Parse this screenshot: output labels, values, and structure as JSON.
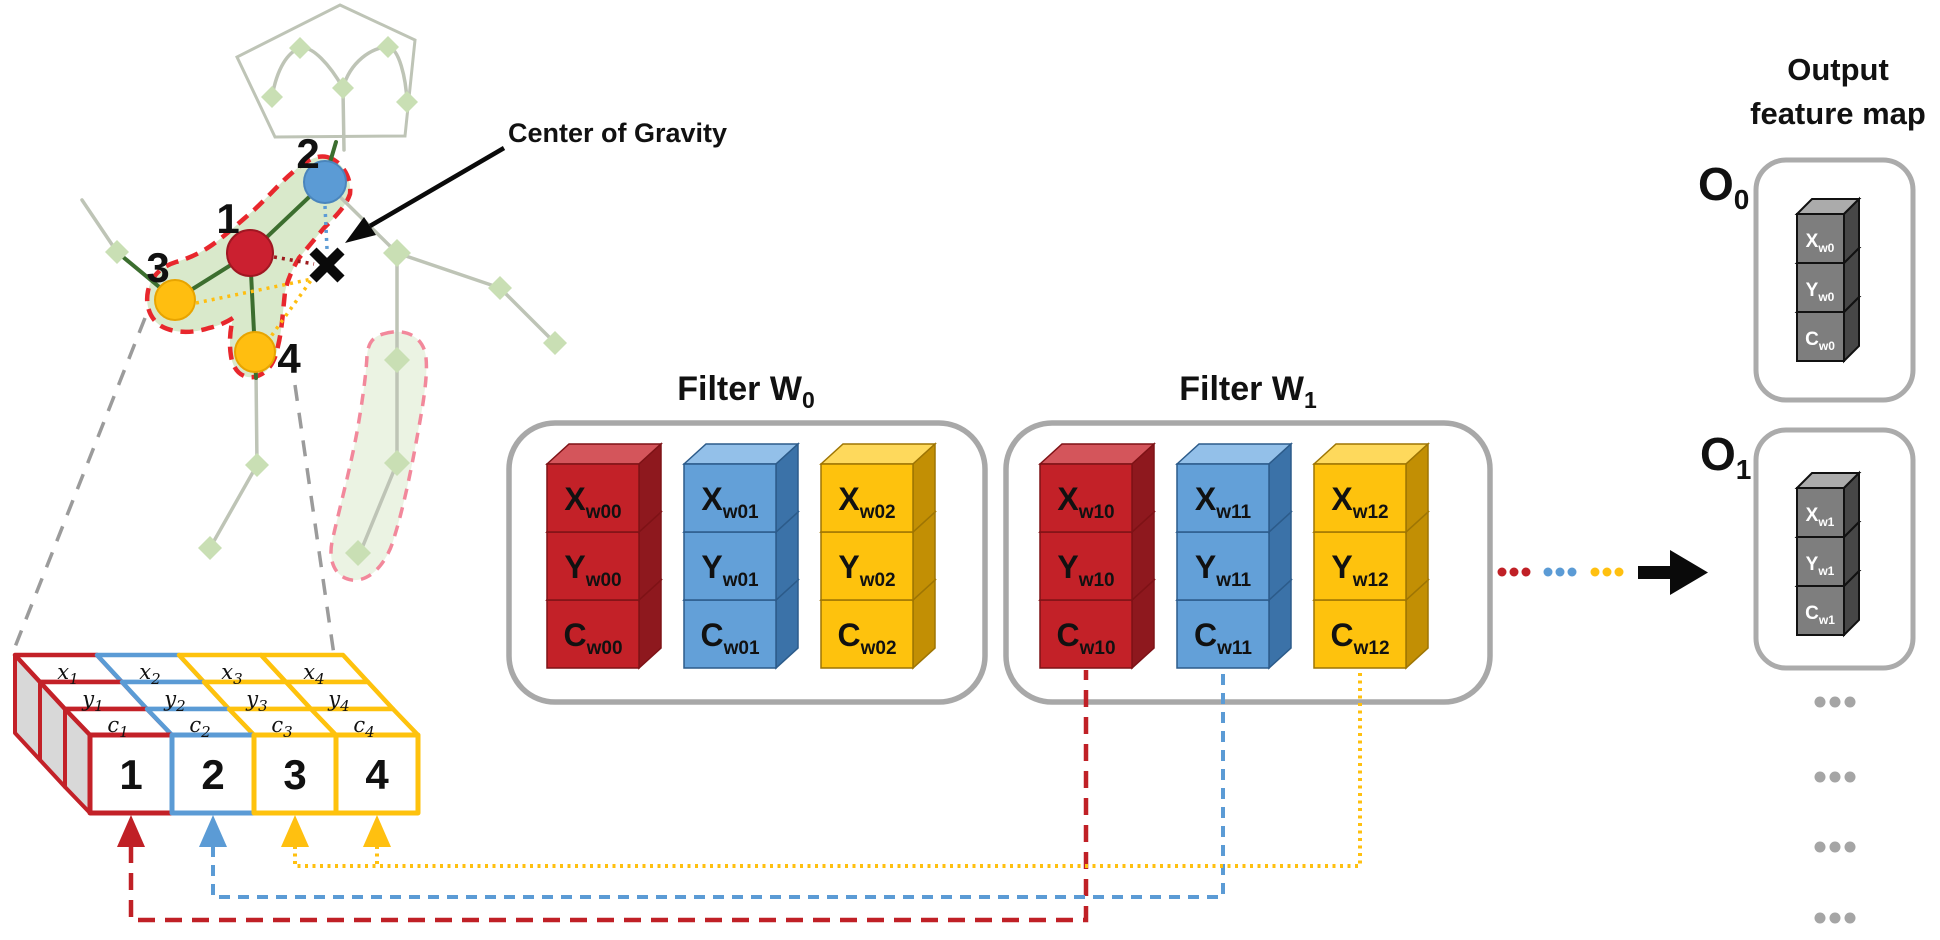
{
  "colors": {
    "red": "#C32128",
    "blue": "#5B9BD5",
    "yellow": "#FEC20D",
    "gray_cube": "#7E7E7E",
    "box_border": "#A8A8A8",
    "highlight_fill": "#D9E9CB",
    "highlight_border": "#E8272D",
    "pink_border": "#F2889B"
  },
  "skeleton": {
    "cog_label": "Center of Gravity",
    "joint_labels": [
      "1",
      "2",
      "3",
      "4"
    ]
  },
  "slab": {
    "rows": [
      {
        "cells": [
          {
            "b": "x",
            "s": "1"
          },
          {
            "b": "x",
            "s": "2"
          },
          {
            "b": "x",
            "s": "3"
          },
          {
            "b": "x",
            "s": "4"
          }
        ]
      },
      {
        "cells": [
          {
            "b": "y",
            "s": "1"
          },
          {
            "b": "y",
            "s": "2"
          },
          {
            "b": "y",
            "s": "3"
          },
          {
            "b": "y",
            "s": "4"
          }
        ]
      },
      {
        "cells": [
          {
            "b": "c",
            "s": "1"
          },
          {
            "b": "c",
            "s": "2"
          },
          {
            "b": "c",
            "s": "3"
          },
          {
            "b": "c",
            "s": "4"
          }
        ]
      }
    ],
    "front_labels": [
      "1",
      "2",
      "3",
      "4"
    ]
  },
  "filters": [
    {
      "title": "Filter W",
      "title_sub": "0",
      "stacks": [
        {
          "color": "red",
          "cubes": [
            {
              "b": "X",
              "s": "w00"
            },
            {
              "b": "Y",
              "s": "w00"
            },
            {
              "b": "C",
              "s": "w00"
            }
          ]
        },
        {
          "color": "blue",
          "cubes": [
            {
              "b": "X",
              "s": "w01"
            },
            {
              "b": "Y",
              "s": "w01"
            },
            {
              "b": "C",
              "s": "w01"
            }
          ]
        },
        {
          "color": "yellow",
          "cubes": [
            {
              "b": "X",
              "s": "w02"
            },
            {
              "b": "Y",
              "s": "w02"
            },
            {
              "b": "C",
              "s": "w02"
            }
          ]
        }
      ]
    },
    {
      "title": "Filter W",
      "title_sub": "1",
      "stacks": [
        {
          "color": "red",
          "cubes": [
            {
              "b": "X",
              "s": "w10"
            },
            {
              "b": "Y",
              "s": "w10"
            },
            {
              "b": "C",
              "s": "w10"
            }
          ]
        },
        {
          "color": "blue",
          "cubes": [
            {
              "b": "X",
              "s": "w11"
            },
            {
              "b": "Y",
              "s": "w11"
            },
            {
              "b": "C",
              "s": "w11"
            }
          ]
        },
        {
          "color": "yellow",
          "cubes": [
            {
              "b": "X",
              "s": "w12"
            },
            {
              "b": "Y",
              "s": "w12"
            },
            {
              "b": "C",
              "s": "w12"
            }
          ]
        }
      ]
    }
  ],
  "output": {
    "title1": "Output",
    "title2": "feature map",
    "maps": [
      {
        "label": "O",
        "label_sub": "0",
        "cubes": [
          {
            "b": "X",
            "s": "w0"
          },
          {
            "b": "Y",
            "s": "w0"
          },
          {
            "b": "C",
            "s": "w0"
          }
        ]
      },
      {
        "label": "O",
        "label_sub": "1",
        "cubes": [
          {
            "b": "X",
            "s": "w1"
          },
          {
            "b": "Y",
            "s": "w1"
          },
          {
            "b": "C",
            "s": "w1"
          }
        ]
      }
    ]
  }
}
